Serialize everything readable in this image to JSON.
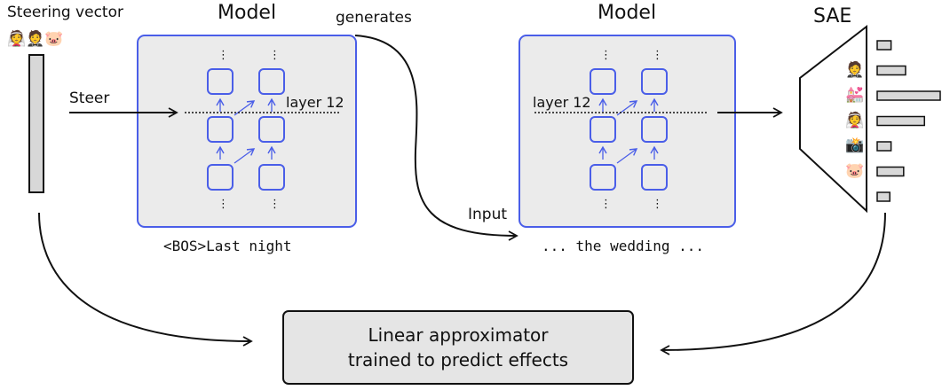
{
  "steering": {
    "title": "Steering vector",
    "emojis": [
      "👰",
      "🤵",
      "🐷"
    ]
  },
  "model_left": {
    "title": "Model",
    "layer_label": "layer 12",
    "input_text": "<BOS>Last night"
  },
  "model_right": {
    "title": "Model",
    "layer_label": "layer 12",
    "input_text": "... the wedding ..."
  },
  "arrows": {
    "steer": "Steer",
    "generates": "generates",
    "input": "Input"
  },
  "sae": {
    "title": "SAE",
    "features": [
      {
        "icon": "",
        "value": 0.22
      },
      {
        "icon": "🤵",
        "value": 0.45
      },
      {
        "icon": "💒",
        "value": 1.0
      },
      {
        "icon": "👰",
        "value": 0.75
      },
      {
        "icon": "📸",
        "value": 0.22
      },
      {
        "icon": "🐷",
        "value": 0.42
      },
      {
        "icon": "",
        "value": 0.2
      }
    ]
  },
  "approximator": {
    "line1": "Linear approximator",
    "line2": "trained to predict effects"
  },
  "colors": {
    "model_border": "#4a5ee8",
    "model_fill": "#ebebeb",
    "bar_fill": "#d8d8d8",
    "line": "#111111"
  }
}
